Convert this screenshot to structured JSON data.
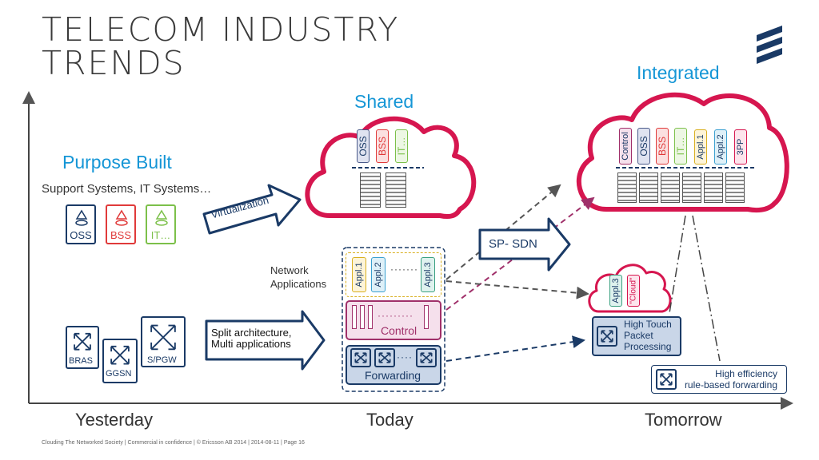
{
  "title": {
    "line1": "TELECOM INDUSTRY",
    "line2": "TRENDS"
  },
  "axis": {
    "yesterday": "Yesterday",
    "today": "Today",
    "tomorrow": "Tomorrow"
  },
  "purpose": {
    "heading": "Purpose Built",
    "subheading": "Support Systems, IT Systems…",
    "oss": "OSS",
    "bss": "BSS",
    "it": "IT…"
  },
  "shared": {
    "heading": "Shared",
    "oss": "OSS",
    "bss": "BSS",
    "it": "IT…"
  },
  "integrated": {
    "heading": "Integrated",
    "tags": [
      "Control",
      "OSS",
      "BSS",
      "IT…",
      "Appl.1",
      "Appl.2",
      "3PP"
    ]
  },
  "arrows": {
    "virtualization": "Virtualization",
    "split": "Split architecture,\nMulti applications",
    "sdn": "SP- SDN"
  },
  "network": {
    "apps_label": "Network\nApplications",
    "appl1": "Appl.1",
    "appl2": "Appl.2",
    "appl3": "Appl.3",
    "control": "Control",
    "forwarding": "Forwarding"
  },
  "devices": {
    "bras": "BRAS",
    "ggsn": "GGSN",
    "spgw": "S/PGW"
  },
  "small_cloud": {
    "appl3": "Appl.3",
    "cloud": "\"Cloud\""
  },
  "high_touch": {
    "text": "High Touch\nPacket\nProcessing"
  },
  "high_eff": {
    "text": "High efficiency\nrule-based forwarding"
  },
  "footer": "Clouding The Networked Society  |  Commercial in confidence  |  © Ericsson AB 2014  |  2014-08-11  |  Page 16",
  "colors": {
    "accent": "#1596d6",
    "navy": "#1a3a66",
    "crimson": "#d6164f",
    "oss": "#4a5a8a",
    "bss": "#e03a3a",
    "it": "#7cc04a",
    "control": "#a0306a",
    "appl1": "#d9b020",
    "appl2": "#3aa0d0"
  }
}
